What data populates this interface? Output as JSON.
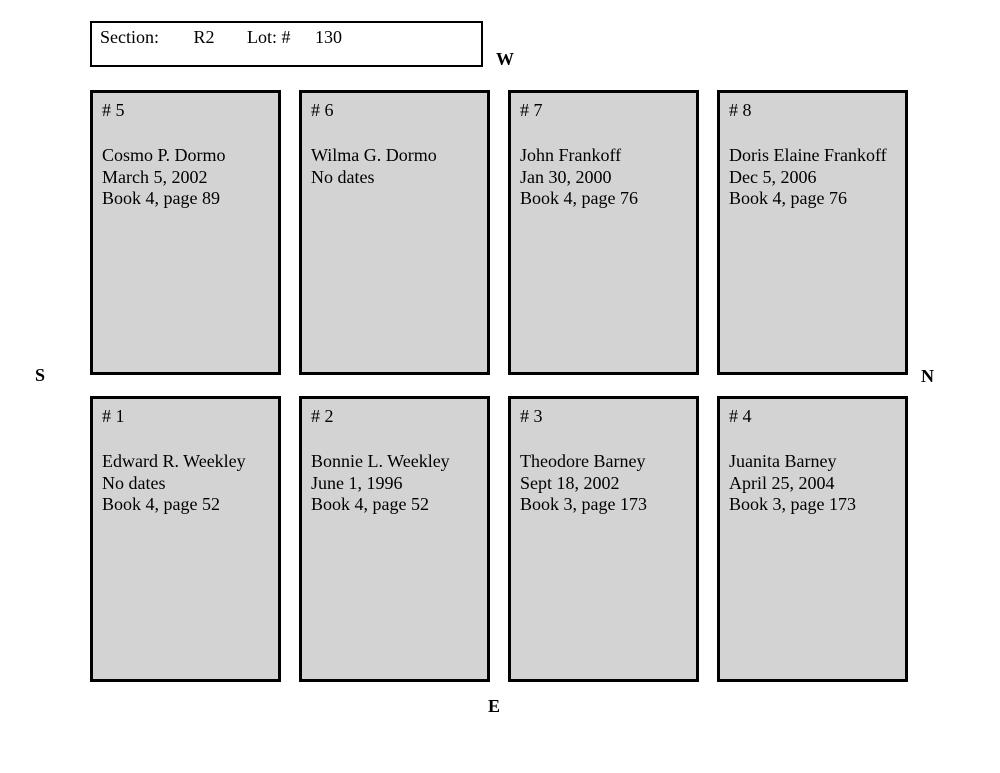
{
  "header": {
    "section_label": "Section:",
    "section_value": "R2",
    "lot_label": "Lot: #",
    "lot_value": "130"
  },
  "compass": {
    "west": "W",
    "south": "S",
    "north": "N",
    "east": "E"
  },
  "plots": [
    {
      "number": "# 5",
      "lines": [
        "Cosmo P. Dormo",
        "March 5, 2002",
        "Book 4, page 89"
      ]
    },
    {
      "number": "# 6",
      "lines": [
        "Wilma G. Dormo",
        "No dates",
        ""
      ]
    },
    {
      "number": "# 7",
      "lines": [
        "John Frankoff",
        "Jan 30, 2000",
        "Book 4, page 76"
      ]
    },
    {
      "number": "# 8",
      "lines": [
        "Doris Elaine Frankoff",
        "Dec 5, 2006",
        "Book 4, page 76"
      ]
    },
    {
      "number": "# 1",
      "lines": [
        "Edward R. Weekley",
        "No dates",
        "Book 4, page 52"
      ]
    },
    {
      "number": "# 2",
      "lines": [
        "Bonnie L. Weekley",
        "June 1, 1996",
        "Book 4, page 52"
      ]
    },
    {
      "number": "# 3",
      "lines": [
        "Theodore Barney",
        "Sept 18, 2002",
        "Book 3, page 173"
      ]
    },
    {
      "number": "# 4",
      "lines": [
        "Juanita Barney",
        "April 25, 2004",
        "Book 3, page 173"
      ]
    }
  ],
  "colors": {
    "card_background": "#d3d3d3",
    "border": "#000000",
    "page_background": "#ffffff",
    "text": "#000000"
  }
}
